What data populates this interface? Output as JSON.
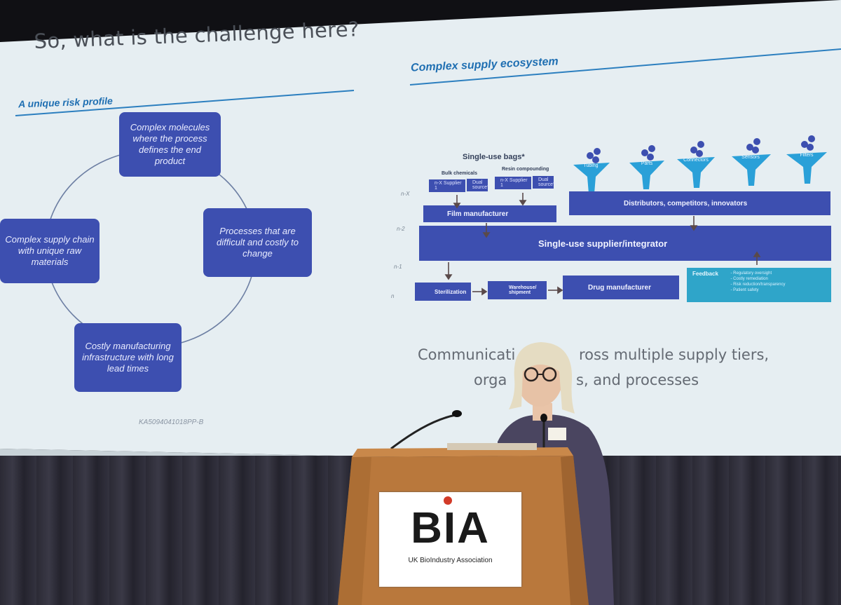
{
  "slide": {
    "title": "So, what is the challenge here?",
    "left_section": "A unique risk profile",
    "right_section": "Complex supply ecosystem",
    "cycle_boxes": [
      "Complex molecules where the process defines the end product",
      "Processes that are difficult and costly to change",
      "Costly manufacturing infrastructure with long lead times",
      "Complex supply chain with unique raw materials"
    ],
    "doc_code": "KA5094041018PP-B",
    "diagram": {
      "header": "Single-use bags*",
      "bulk_chemicals": "Bulk chemicals",
      "resin_compounding": "Resin compounding",
      "supplier1": "n-X Supplier 1",
      "dual_source": "Dual source?",
      "funnels": [
        "Tubing",
        "Parts",
        "Connectors",
        "Sensors",
        "Filters"
      ],
      "tiers": [
        "n-X",
        "n-2",
        "n-1",
        "n"
      ],
      "film_manufacturer": "Film manufacturer",
      "distributors": "Distributors, competitors, innovators",
      "integrator": "Single-use supplier/integrator",
      "sterilization": "Sterilization",
      "warehouse": "Warehouse/ shipment",
      "drug_manufacturer": "Drug manufacturer",
      "feedback_title": "Feedback",
      "feedback_items": [
        "- Regulatory oversight",
        "- Costly remediation",
        "- Risk reduction/transparency",
        "- Patient safety"
      ]
    },
    "caption_line1": "Communicati",
    "caption_line1b": "ross multiple supply tiers,",
    "caption_line2a": "orga",
    "caption_line2b": "s, and processes"
  },
  "podium": {
    "logo_text": "BIA",
    "logo_subtitle": "UK BioIndustry Association"
  },
  "colors": {
    "box_blue": "#3d4fb0",
    "section_blue": "#1f6fb2",
    "funnel_blue": "#2aa0d8",
    "feedback_teal": "#2fa5c9",
    "podium_wood": "#b9783c"
  }
}
